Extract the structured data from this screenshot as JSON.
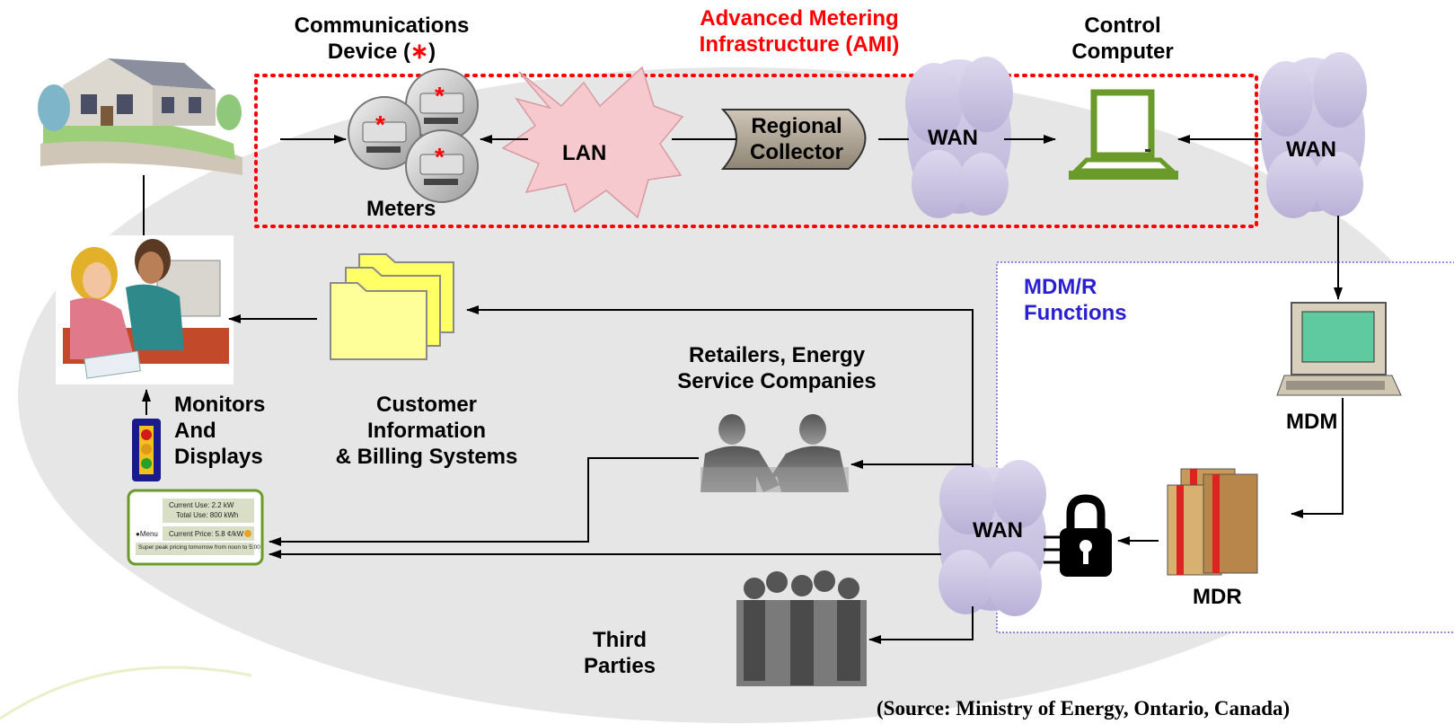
{
  "labels": {
    "comm_device_line1": "Communications",
    "comm_device_line2": "Device (",
    "comm_device_star": "∗",
    "comm_device_close": ")",
    "ami_line1": "Advanced Metering",
    "ami_line2": "Infrastructure (AMI)",
    "control_line1": "Control",
    "control_line2": "Computer",
    "meters": "Meters",
    "lan": "LAN",
    "regional_line1": "Regional",
    "regional_line2": "Collector",
    "wan": "WAN",
    "mdmr_line1": "MDM/R",
    "mdmr_line2": "Functions",
    "retailers_line1": "Retailers, Energy",
    "retailers_line2": "Service Companies",
    "monitors_line1": "Monitors",
    "monitors_line2": "And",
    "monitors_line3": "Displays",
    "cis_line1": "Customer",
    "cis_line2": "Information",
    "cis_line3": "& Billing Systems",
    "mdm": "MDM",
    "mdr": "MDR",
    "third_line1": "Third",
    "third_line2": "Parties",
    "source": "(Source: Ministry of Energy, Ontario, Canada)"
  },
  "display_panel": {
    "current_use": "Current Use:  2.2 kW",
    "total_use": "Total Use: 800 kWh",
    "menu": "●Menu",
    "current_price": "Current Price:  5.8 ¢/kW",
    "message": "Super peak pricing tomorrow from noon to 5:00"
  },
  "colors": {
    "ami_border": "#ff0000",
    "mdmr_border": "#2a1fd1",
    "wan_cloud": "#c9c3e0",
    "lan_burst": "#f5c9cd",
    "monitor_green": "#6a9a2a",
    "ellipse": "#e8e8e8"
  },
  "icons": [
    "house-icon",
    "meter-icon",
    "computer-icon",
    "folder-icon",
    "handshake-icon",
    "people-icon",
    "lock-icon",
    "server-icon",
    "traffic-light-icon"
  ]
}
